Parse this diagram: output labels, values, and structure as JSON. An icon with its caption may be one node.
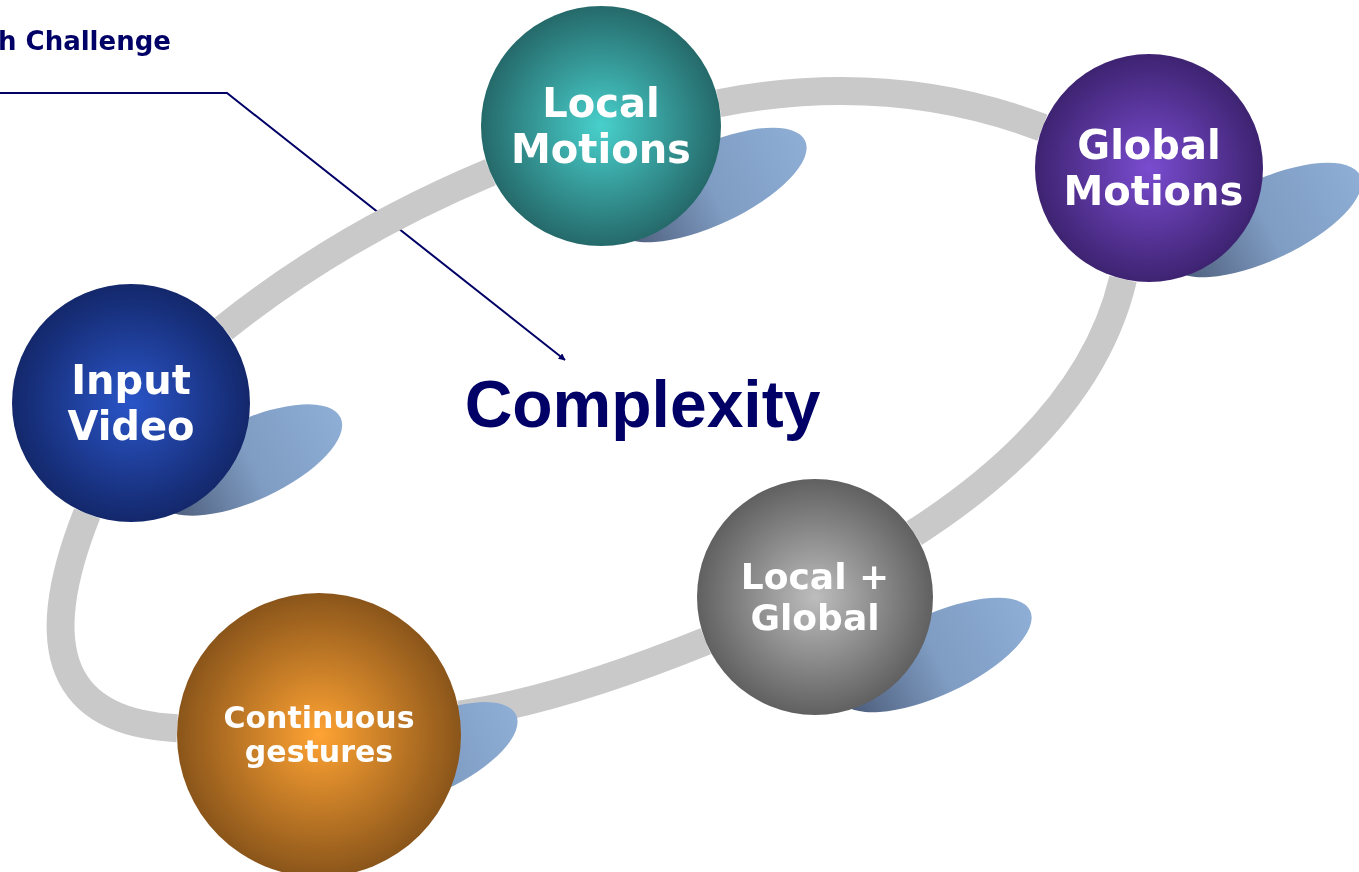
{
  "diagram": {
    "nodes": [
      {
        "text": [
          "h Challenge"
        ]
      },
      {
        "text": [
          "Complexity"
        ]
      },
      {
        "text": [
          "Input Video"
        ]
      },
      {
        "text": [
          "Local Motions"
        ]
      },
      {
        "text": [
          "Global Motions"
        ]
      },
      {
        "text": [
          "Local + Global"
        ]
      },
      {
        "text": [
          "Continuous gestures"
        ]
      }
    ],
    "edges": [
      {
        "from": 0,
        "to": 1,
        "arrow": "to",
        "color": "#000066"
      },
      {
        "from": 2,
        "to": 3,
        "arrow": "none"
      },
      {
        "from": 3,
        "to": 4,
        "arrow": "none"
      },
      {
        "from": 4,
        "to": 5,
        "arrow": "none"
      },
      {
        "from": 5,
        "to": 6,
        "arrow": "none"
      },
      {
        "from": 6,
        "to": 2,
        "arrow": "none"
      }
    ]
  }
}
